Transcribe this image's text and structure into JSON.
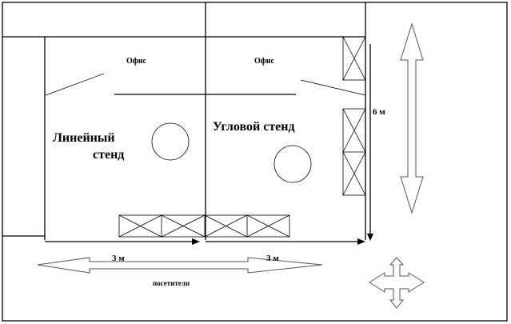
{
  "labels": {
    "office_left": "Офис",
    "office_right": "Офис",
    "linear_stand_line1": "Линейный",
    "linear_stand_line2": "стенд",
    "corner_stand": "Угловой стенд",
    "depth": "6 м",
    "width_left": "3 м",
    "width_right": "3 м",
    "visitors": "посетители"
  }
}
